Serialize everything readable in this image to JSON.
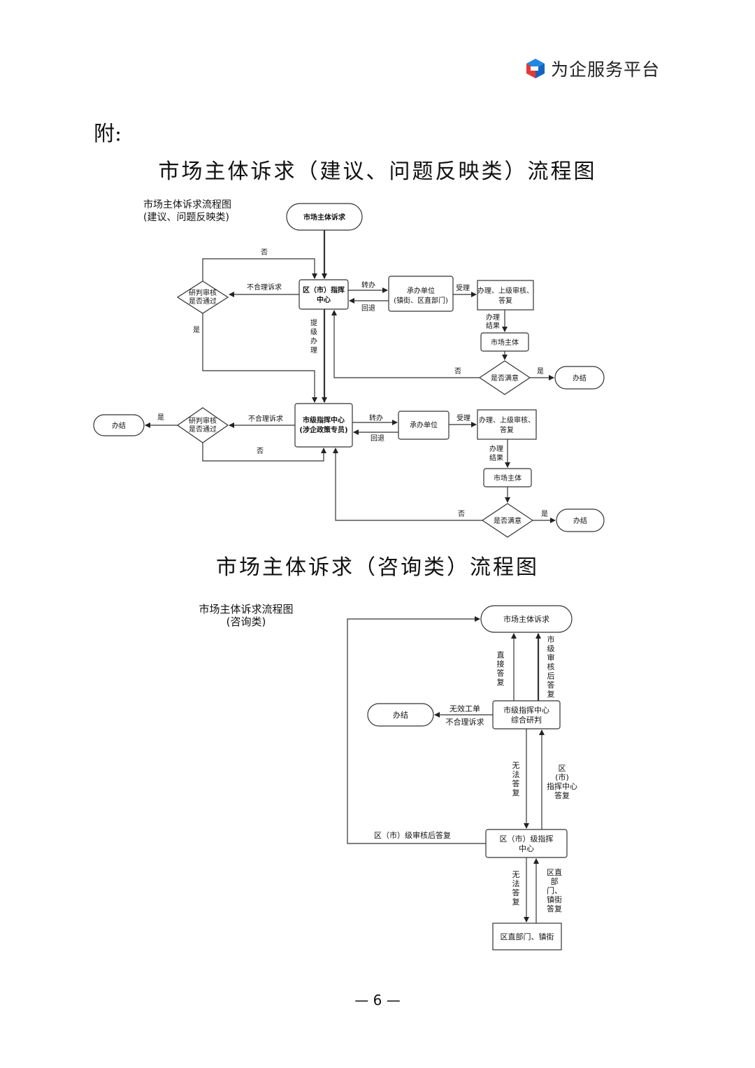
{
  "header": {
    "brand": "为企服务平台",
    "logo_icon": "platform-logo-icon"
  },
  "appendix_label": "附:",
  "chart1": {
    "title": "市场主体诉求（建议、问题反映类）流程图",
    "legend_line1": "市场主体诉求流程图",
    "legend_line2": "(建议、问题反映类)",
    "start": "市场主体诉求",
    "district_center": [
      "区（市）指挥",
      "中心"
    ],
    "review1": [
      "研判审核",
      "是否通过"
    ],
    "no_top": "否",
    "unreasonable1": "不合理诉求",
    "transfer1": "转办",
    "return1": "回退",
    "unit1": [
      "承办单位",
      "(镇街、区直部门)"
    ],
    "accept1": "受理",
    "handle1": [
      "办理、上级审核、",
      "答复"
    ],
    "result1": [
      "办理",
      "结果"
    ],
    "subject1": "市场主体",
    "satisfied1": "是否满意",
    "no1": "否",
    "yes1": "是",
    "end1": "办结",
    "yes_left1": "是",
    "escalate": [
      "提",
      "级",
      "办",
      "理"
    ],
    "city_center": [
      "市级指挥中心",
      "(涉企政策专员)"
    ],
    "review2": [
      "研判审核",
      "是否通过"
    ],
    "yes_left2": "是",
    "end_left": "办结",
    "unreasonable2": "不合理诉求",
    "no_bottom": "否",
    "transfer2": "转办",
    "return2": "回退",
    "unit2": "承办单位",
    "accept2": "受理",
    "handle2": [
      "办理、上级审核、",
      "答复"
    ],
    "result2": [
      "办理",
      "结果"
    ],
    "subject2": "市场主体",
    "satisfied2": "是否满意",
    "no2": "否",
    "yes2": "是",
    "end2": "办结"
  },
  "chart2": {
    "title": "市场主体诉求（咨询类）流程图",
    "legend_line1": "市场主体诉求流程图",
    "legend_line2": "(咨询类)",
    "start": "市场主体诉求",
    "direct_reply": [
      "直",
      "接",
      "答",
      "复"
    ],
    "city_review_reply": [
      "市",
      "级",
      "审",
      "核",
      "后",
      "答",
      "复"
    ],
    "city_center": [
      "市级指挥中心",
      "综合研判"
    ],
    "invalid": "无效工单",
    "unreasonable": "不合理诉求",
    "end": "办结",
    "cannot_reply1": [
      "无",
      "法",
      "答",
      "复"
    ],
    "district_reply": [
      "区",
      "(市)",
      "指挥中心",
      "答复"
    ],
    "district_review_reply": "区（市）级审核后答复",
    "district_center": [
      "区（市）级指挥",
      "中心"
    ],
    "cannot_reply2": [
      "无",
      "法",
      "答",
      "复"
    ],
    "dept_reply": [
      "区直",
      "部",
      "门、",
      "镇街",
      "答复"
    ],
    "dept": "区直部门、镇街"
  },
  "page_number": "— 6 —"
}
